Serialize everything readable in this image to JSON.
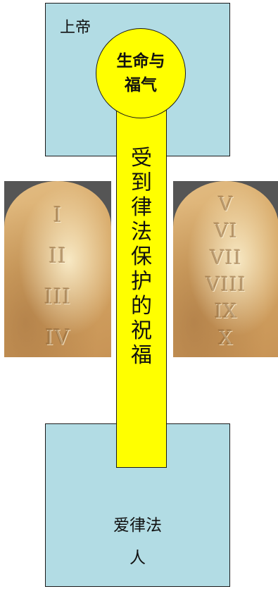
{
  "top_box": {
    "label": "上帝"
  },
  "circle": {
    "line1": "生命与",
    "line2": "福气"
  },
  "pillar": {
    "chars": [
      "受",
      "到",
      "律",
      "法",
      "保",
      "护",
      "的",
      "祝",
      "福"
    ]
  },
  "tablet_left": {
    "numerals": [
      "I",
      "II",
      "III",
      "IV"
    ]
  },
  "tablet_right": {
    "numerals": [
      "V",
      "VI",
      "VII",
      "VIII",
      "IX",
      "X"
    ]
  },
  "bottom_box": {
    "line1": "爱律法",
    "line2": "人"
  },
  "colors": {
    "box": "#b2dce4",
    "highlight": "#ffff00",
    "stone": "#d6a765"
  }
}
